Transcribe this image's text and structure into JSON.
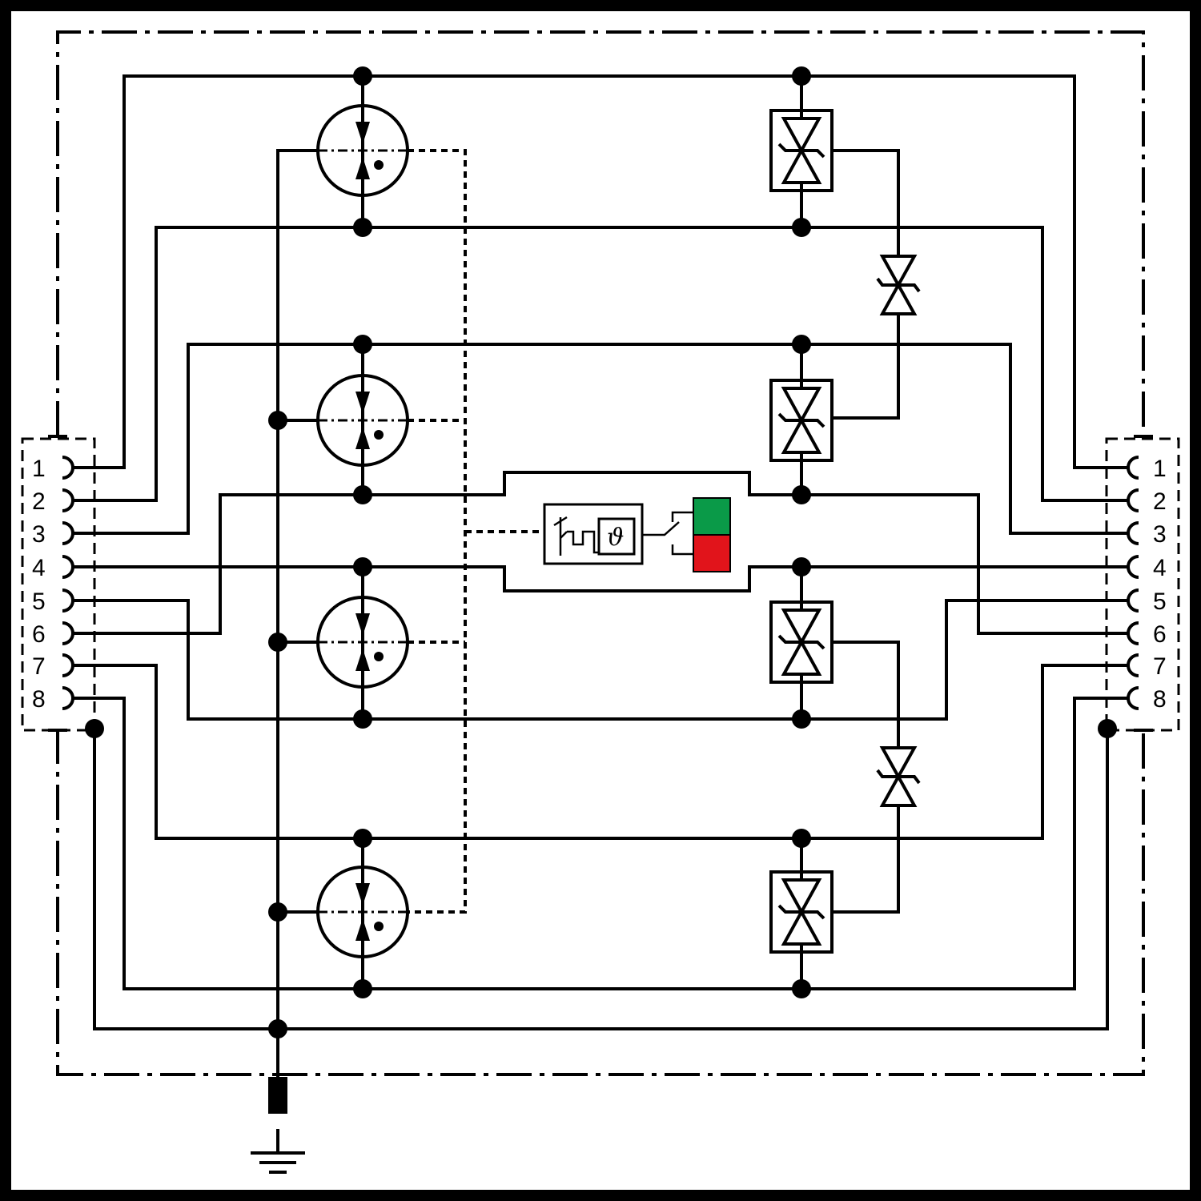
{
  "diagram": {
    "pins_left": [
      "1",
      "2",
      "3",
      "4",
      "5",
      "6",
      "7",
      "8"
    ],
    "pins_right": [
      "1",
      "2",
      "3",
      "4",
      "5",
      "6",
      "7",
      "8"
    ],
    "thermal_symbol": "ϑ",
    "indicator": {
      "ok_color": "#0a9a48",
      "fault_color": "#e1141b"
    },
    "components": {
      "gas_discharge_tubes": 4,
      "tvs_diodes_boxed": 4,
      "tvs_diodes_bridge": 2
    },
    "icons": [
      "gas-discharge-tube-icon",
      "tvs-diode-icon",
      "thermal-disconnector-icon",
      "status-indicator-icon",
      "ground-icon"
    ]
  }
}
